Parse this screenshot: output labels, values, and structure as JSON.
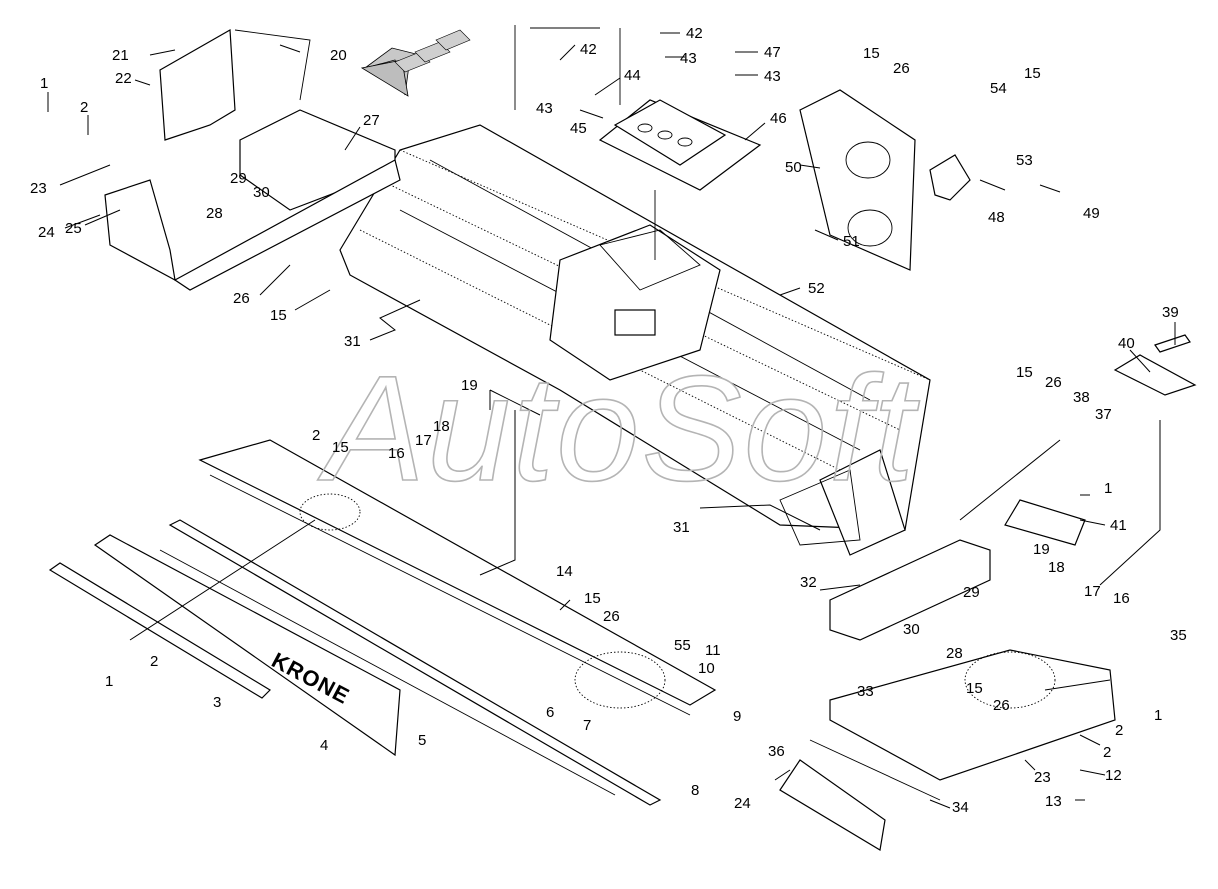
{
  "watermark": "AutoSoft",
  "brand_logo": "KRONE",
  "callouts": {
    "c1a": "1",
    "c2a": "2",
    "c21": "21",
    "c22": "22",
    "c20": "20",
    "c23a": "23",
    "c24a": "24",
    "c25": "25",
    "c27": "27",
    "c29a": "29",
    "c30a": "30",
    "c28a": "28",
    "c26a": "26",
    "c15a": "15",
    "c31a": "31",
    "c42a": "42",
    "c43a": "43",
    "c42b": "42",
    "c43b": "43",
    "c44": "44",
    "c45": "45",
    "c46": "46",
    "c47": "47",
    "c43c": "43",
    "c15b": "15",
    "c26b": "26",
    "c54": "54",
    "c15c": "15",
    "c53": "53",
    "c50": "50",
    "c48": "48",
    "c49": "49",
    "c51": "51",
    "c52": "52",
    "c39": "39",
    "c40": "40",
    "c15d": "15",
    "c26c": "26",
    "c38": "38",
    "c37": "37",
    "c19a": "19",
    "c18a": "18",
    "c17a": "17",
    "c16a": "16",
    "c2b": "2",
    "c15e": "15",
    "c1b": "1",
    "c41": "41",
    "c31b": "31",
    "c32": "32",
    "c19b": "19",
    "c18b": "18",
    "c17b": "17",
    "c16b": "16",
    "c29b": "29",
    "c30b": "30",
    "c28b": "28",
    "c14": "14",
    "c15f": "15",
    "c26d": "26",
    "c55": "55",
    "c11": "11",
    "c10": "10",
    "c9": "9",
    "c8": "8",
    "c6": "6",
    "c7": "7",
    "c5": "5",
    "c4": "4",
    "c3": "3",
    "c1c": "1",
    "c2c": "2",
    "c35": "35",
    "c33": "33",
    "c15g": "15",
    "c26e": "26",
    "c2d": "2",
    "c1d": "1",
    "c2e": "2",
    "c12": "12",
    "c13": "13",
    "c23b": "23",
    "c36": "36",
    "c24b": "24",
    "c34": "34"
  },
  "colors": {
    "line": "#000000",
    "watermark": "#b4b4b4",
    "fill": "#ffffff",
    "arrow": "#bdbdbd"
  }
}
